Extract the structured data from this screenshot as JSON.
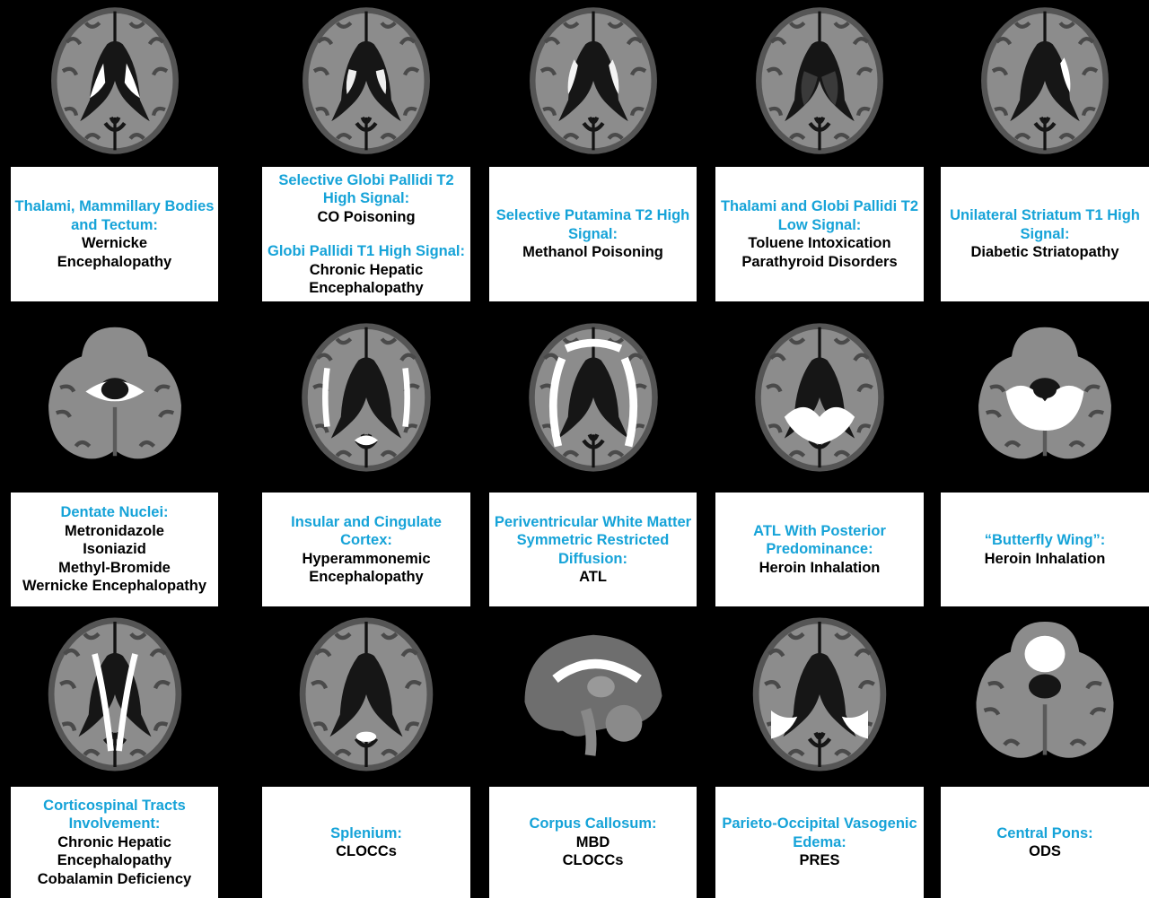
{
  "colors": {
    "background": "#000000",
    "card": "#ffffff",
    "label": "#16a3d8",
    "text": "#000000"
  },
  "panels": [
    {
      "image": "axial-thalami-and-midbrain-tectum-hyperintensity",
      "blocks": [
        {
          "label": "Thalami, Mammillary Bodies and Tectum:",
          "values": [
            "Wernicke",
            "Encephalopathy"
          ]
        }
      ]
    },
    {
      "image": "axial-globi-pallidi-hyperintensity",
      "blocks": [
        {
          "label": "Selective Globi Pallidi T2 High Signal:",
          "values": [
            "CO Poisoning"
          ]
        },
        {
          "label": "Globi Pallidi T1 High Signal:",
          "values": [
            "Chronic Hepatic",
            "Encephalopathy"
          ]
        }
      ]
    },
    {
      "image": "axial-putamina-hyperintensity",
      "blocks": [
        {
          "label": "Selective Putamina T2 High Signal:",
          "values": [
            "Methanol Poisoning"
          ]
        }
      ]
    },
    {
      "image": "axial-thalami-globi-pallidi-hypointensity",
      "blocks": [
        {
          "label": "Thalami and Globi Pallidi T2 Low Signal:",
          "values": [
            "Toluene Intoxication",
            "Parathyroid Disorders"
          ]
        }
      ]
    },
    {
      "image": "axial-unilateral-striatum-hyperintensity",
      "blocks": [
        {
          "label": "Unilateral Striatum T1 High Signal:",
          "values": [
            "Diabetic Striatopathy"
          ]
        }
      ]
    },
    {
      "image": "axial-posterior-fossa-dentate-nuclei-hyperintensity",
      "blocks": [
        {
          "label": "Dentate Nuclei:",
          "values": [
            "Metronidazole",
            "Isoniazid",
            "Methyl-Bromide",
            "Wernicke Encephalopathy"
          ]
        }
      ]
    },
    {
      "image": "axial-insular-cingulate-cortex-hyperintensity",
      "blocks": [
        {
          "label": "Insular and Cingulate Cortex:",
          "values": [
            "Hyperammonemic",
            "Encephalopathy"
          ]
        }
      ]
    },
    {
      "image": "axial-periventricular-white-matter-hyperintensity",
      "blocks": [
        {
          "label": "Periventricular White Matter Symmetric Restricted Diffusion:",
          "values": [
            "ATL"
          ]
        }
      ]
    },
    {
      "image": "axial-posterior-white-matter-hyperintensity",
      "blocks": [
        {
          "label": "ATL With Posterior Predominance:",
          "values": [
            "Heroin Inhalation"
          ]
        }
      ]
    },
    {
      "image": "axial-cerebellar-butterfly-wing-hyperintensity",
      "blocks": [
        {
          "label": "“Butterfly Wing”:",
          "values": [
            "Heroin Inhalation"
          ]
        }
      ]
    },
    {
      "image": "coronal-corticospinal-tracts-hyperintensity",
      "blocks": [
        {
          "label": "Corticospinal Tracts Involvement:",
          "values": [
            "Chronic Hepatic",
            "Encephalopathy",
            "Cobalamin Deficiency"
          ]
        }
      ]
    },
    {
      "image": "axial-splenium-hyperintensity",
      "blocks": [
        {
          "label": "Splenium:",
          "values": [
            "CLOCCs"
          ]
        }
      ]
    },
    {
      "image": "sagittal-corpus-callosum-hyperintensity",
      "blocks": [
        {
          "label": "Corpus Callosum:",
          "values": [
            "MBD",
            "CLOCCs"
          ]
        }
      ]
    },
    {
      "image": "axial-parieto-occipital-edema",
      "blocks": [
        {
          "label": "Parieto-Occipital Vasogenic Edema:",
          "values": [
            "PRES"
          ]
        }
      ]
    },
    {
      "image": "axial-central-pons-hyperintensity",
      "blocks": [
        {
          "label": "Central Pons:",
          "values": [
            "ODS"
          ]
        }
      ]
    }
  ]
}
